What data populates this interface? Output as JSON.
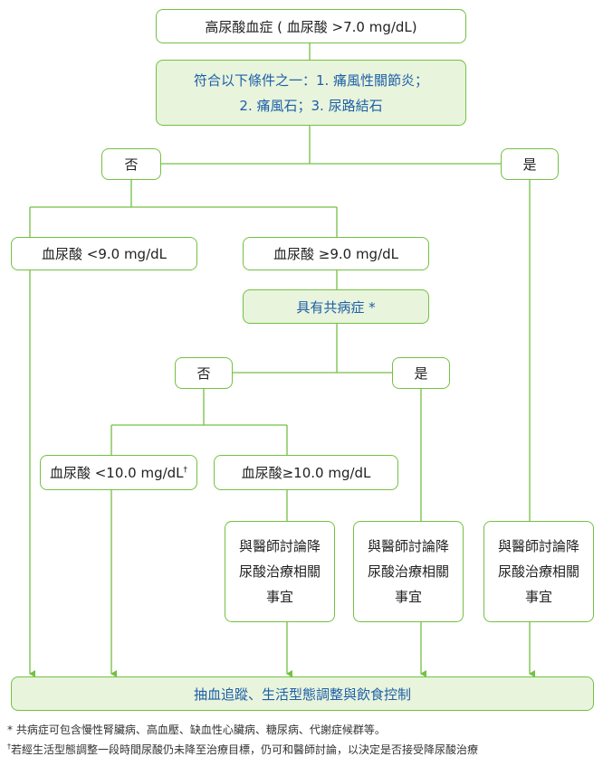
{
  "nodes": {
    "start": "高尿酸血症 ( 血尿酸 >7.0 mg/dL)",
    "condition": [
      "符合以下條件之一：1. 痛風性關節炎；",
      "2. 痛風石；3.  尿路結石"
    ],
    "no1": "否",
    "yes1": "是",
    "ua_lt9": "血尿酸 <9.0 mg/dL",
    "ua_ge9": "血尿酸 ≥9.0 mg/dL",
    "comorbidity": "具有共病症 *",
    "no2": "否",
    "yes2": "是",
    "ua_lt10": "血尿酸 <10.0 mg/dL",
    "ua_lt10_mark": "†",
    "ua_ge10": "血尿酸≥10.0 mg/dL",
    "discuss": [
      "與醫師討論降",
      "尿酸治療相關",
      "事宜"
    ],
    "final": "抽血追蹤、生活型態調整與飲食控制"
  },
  "footnotes": {
    "star": "* 共病症可包含慢性腎臟病、高血壓、缺血性心臟病、糖尿病、代謝症候群等。",
    "dagger_mark": "†",
    "dagger": "若經生活型態調整一段時間尿酸仍未降至治療目標，仍可和醫師討論，以決定是否接受降尿酸治療"
  },
  "colors": {
    "border": "#74c043",
    "fill_highlight": "#e8f4dc",
    "text_highlight": "#1e5fa8"
  }
}
